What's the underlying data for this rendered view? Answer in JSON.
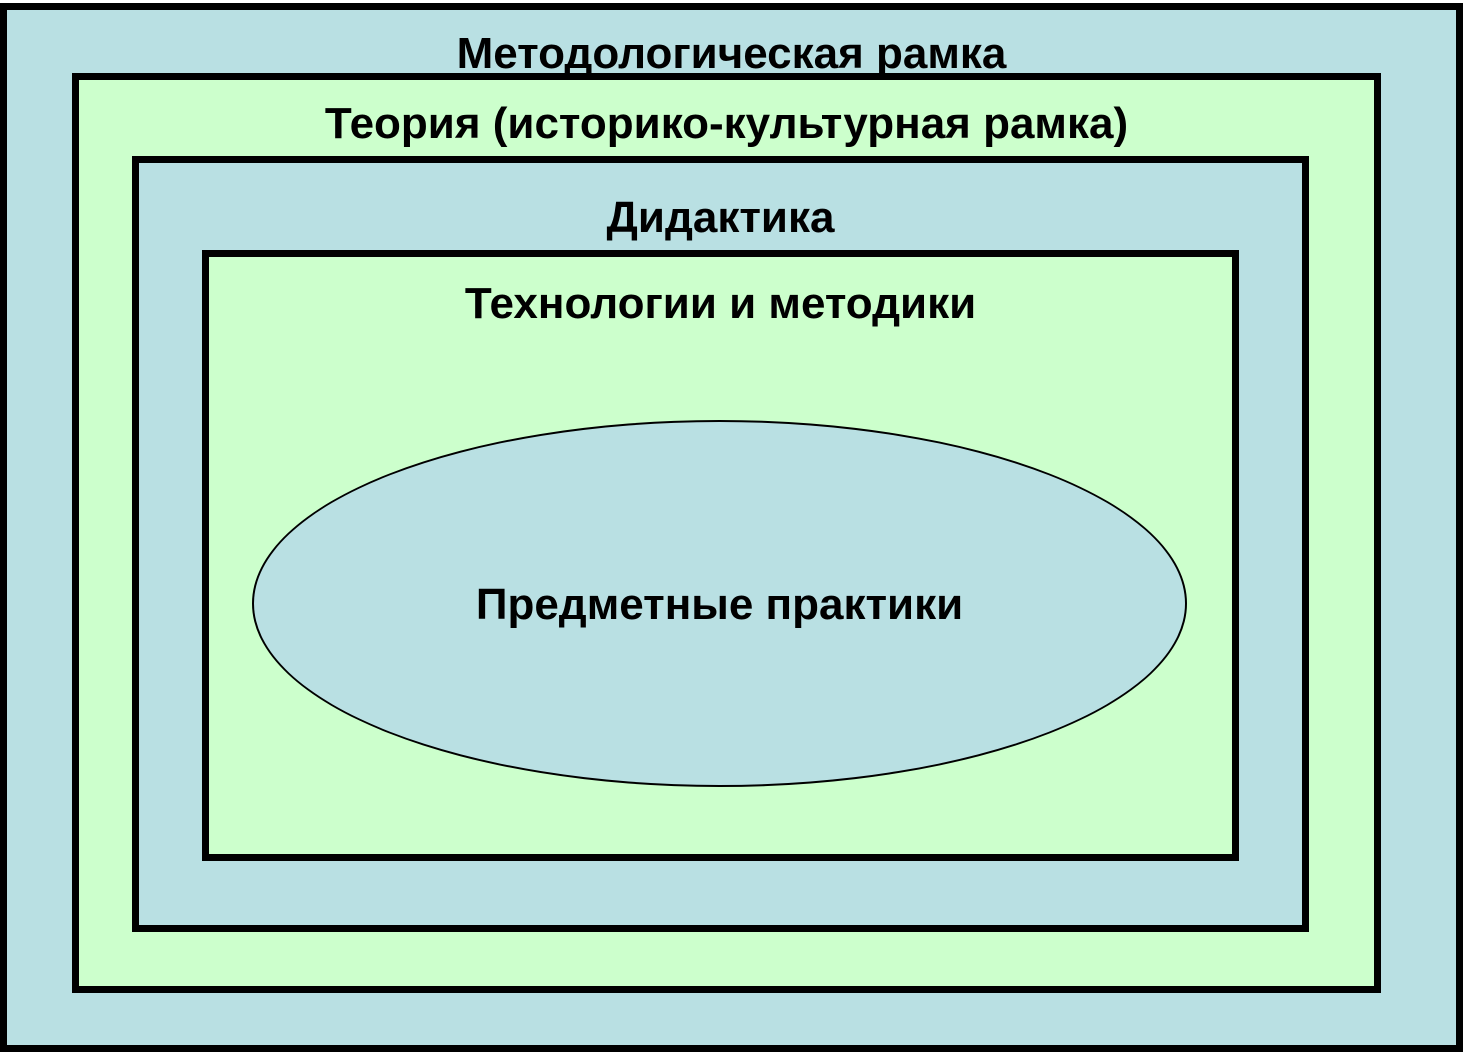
{
  "diagram": {
    "levels": [
      {
        "label": "Методологическая рамка",
        "fill": "#b9e0e3"
      },
      {
        "label": "Теория (историко-культурная рамка)",
        "fill": "#ccffcc"
      },
      {
        "label": "Дидактика",
        "fill": "#b9e0e3"
      },
      {
        "label": "Технологии и методики",
        "fill": "#ccffcc"
      }
    ],
    "core": {
      "label": "Предметные практики",
      "fill": "#b9e0e3"
    },
    "border_color": "#000000"
  }
}
